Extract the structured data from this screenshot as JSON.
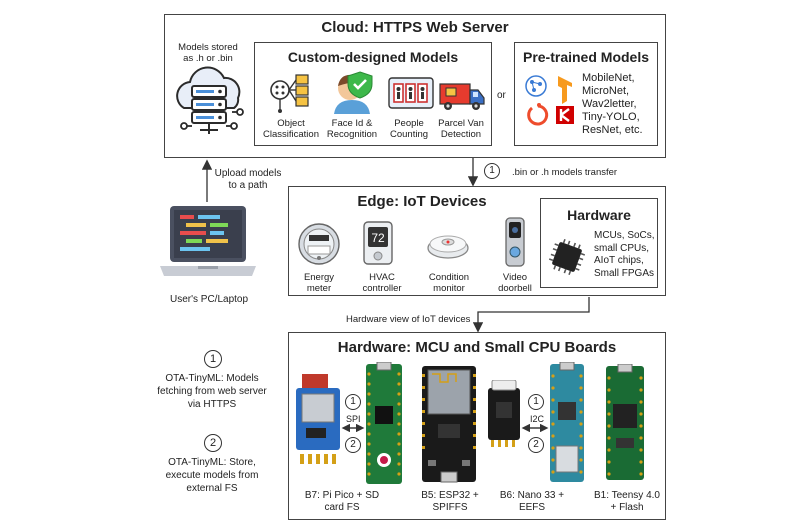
{
  "cloud": {
    "title": "Cloud: HTTPS Web Server",
    "storage_caption": "Models stored as .h or .bin",
    "custom_models": {
      "title": "Custom-designed Models",
      "items": [
        {
          "label": "Object Classification",
          "icon": "object-classification-icon"
        },
        {
          "label": "Face Id & Recognition",
          "icon": "face-id-icon"
        },
        {
          "label": "People Counting",
          "icon": "people-counting-icon"
        },
        {
          "label": "Parcel Van Detection",
          "icon": "parcel-van-icon"
        }
      ]
    },
    "or_label": "or",
    "pretrained": {
      "title": "Pre-trained Models",
      "list": [
        "MobileNet,",
        "MicroNet,",
        "Wav2letter,",
        "Tiny-YOLO,",
        "ResNet, etc."
      ]
    }
  },
  "transfer": {
    "step": "1",
    "label": ".bin or .h models transfer"
  },
  "upload_label": "Upload models to a path",
  "pc_label": "User's PC/Laptop",
  "edge": {
    "title": "Edge: IoT Devices",
    "devices": [
      {
        "label": "Energy meter"
      },
      {
        "label": "HVAC controller"
      },
      {
        "label": "Condition monitor"
      },
      {
        "label": "Video doorbell"
      }
    ],
    "hardware": {
      "title": "Hardware",
      "list": [
        "MCUs, SoCs,",
        "small CPUs,",
        "AIoT chips,",
        "Small FPGAs"
      ]
    }
  },
  "hw_view_label": "Hardware view of IoT devices",
  "boards_section": {
    "title": "Hardware: MCU and Small CPU Boards",
    "spi": "SPI",
    "i2c": "I2C",
    "boards": [
      {
        "label": "B7: Pi Pico + SD card FS"
      },
      {
        "label": "B5: ESP32 + SPIFFS"
      },
      {
        "label": "B6: Nano 33 + EEFS"
      },
      {
        "label": "B1: Teensy 4.0 + Flash"
      }
    ]
  },
  "legend": [
    {
      "num": "1",
      "text": "OTA-TinyML: Models fetching from web server via HTTPS"
    },
    {
      "num": "2",
      "text": "OTA-TinyML: Store, execute models from external FS"
    }
  ],
  "colors": {
    "accent_blue": "#2a5fa8",
    "border": "#444444",
    "pcb_green": "#1f7a3a",
    "pcb_black": "#1a1a1a",
    "pcb_blue": "#2a6bc0",
    "pcb_teal": "#2e8aa0"
  }
}
